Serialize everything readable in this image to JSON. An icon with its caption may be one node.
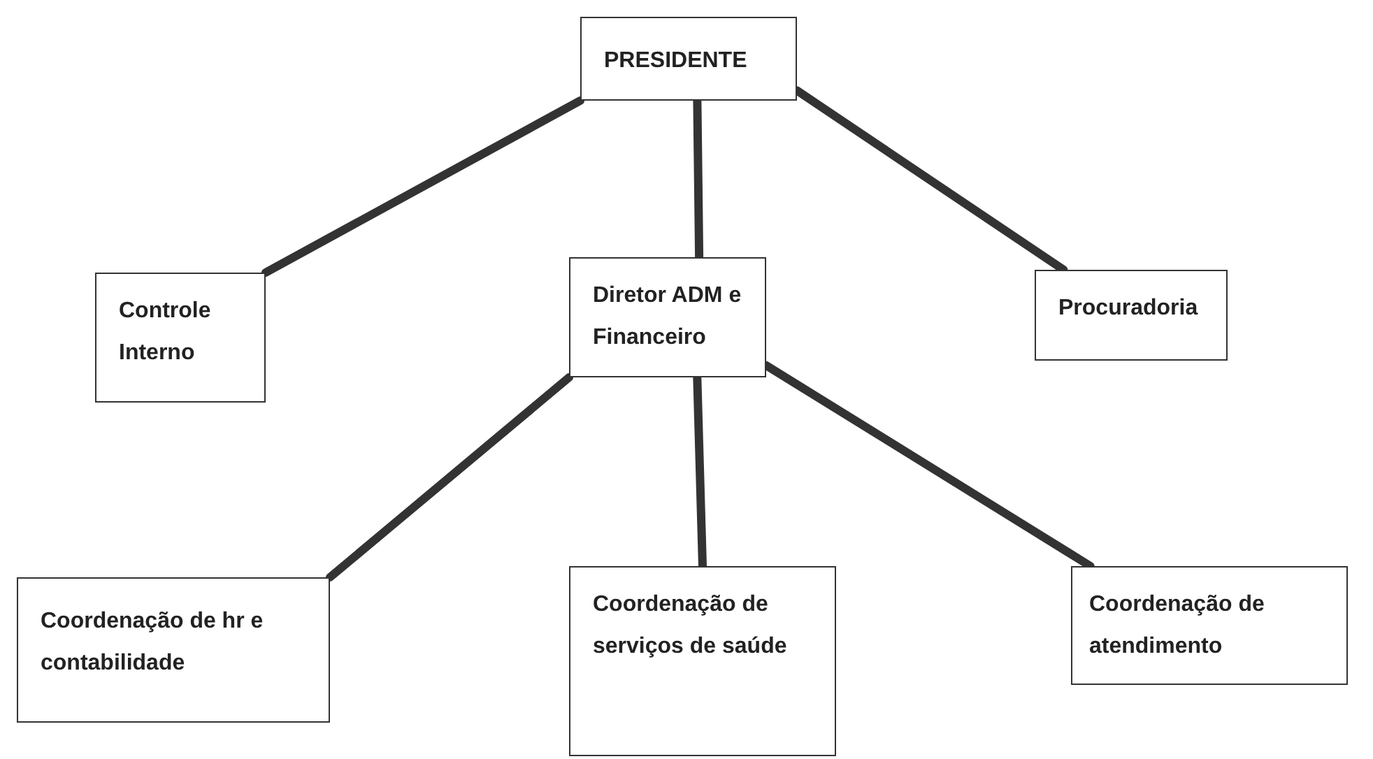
{
  "diagram": {
    "nodes": [
      {
        "text": [
          "PRESIDENTE"
        ]
      },
      {
        "text": [
          "Controle Interno"
        ]
      },
      {
        "text": [
          "Diretor ADM e Financeiro"
        ]
      },
      {
        "text": [
          "Procuradoria"
        ]
      },
      {
        "text": [
          "Coordenação de hr e contabilidade"
        ]
      },
      {
        "text": [
          "Coordenação de serviços de saúde"
        ]
      },
      {
        "text": [
          "Coordenação de atendimento"
        ]
      }
    ],
    "edges": [
      {
        "from": 0,
        "to": 1,
        "arrow": "none"
      },
      {
        "from": 0,
        "to": 2,
        "arrow": "none"
      },
      {
        "from": 0,
        "to": 3,
        "arrow": "none"
      },
      {
        "from": 2,
        "to": 4,
        "arrow": "none"
      },
      {
        "from": 2,
        "to": 5,
        "arrow": "none"
      },
      {
        "from": 2,
        "to": 6,
        "arrow": "none"
      }
    ]
  }
}
